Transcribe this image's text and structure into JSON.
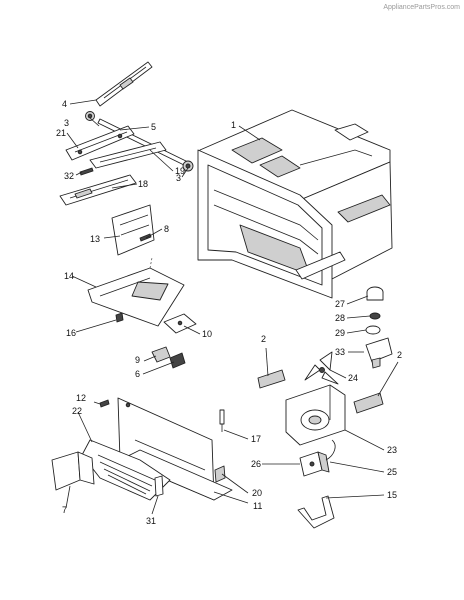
{
  "watermark": "AppliancePartsPros.com",
  "callouts": [
    "1",
    "2",
    "2",
    "3",
    "3",
    "4",
    "5",
    "6",
    "7",
    "8",
    "9",
    "10",
    "11",
    "12",
    "13",
    "14",
    "15",
    "16",
    "17",
    "18",
    "19",
    "20",
    "21",
    "22",
    "23",
    "24",
    "25",
    "26",
    "27",
    "28",
    "29",
    "31",
    "32",
    "33"
  ]
}
